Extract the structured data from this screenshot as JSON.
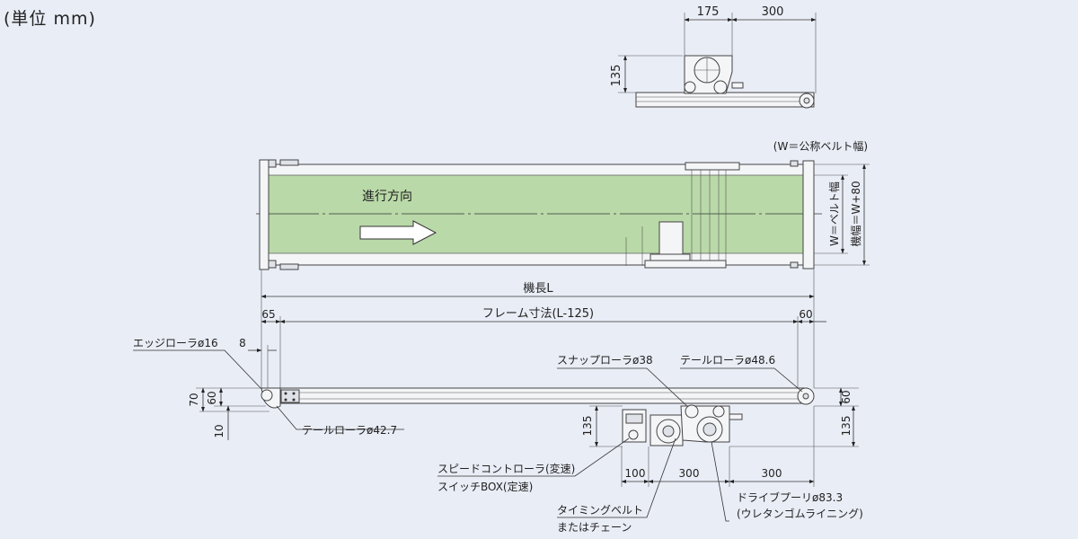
{
  "unit_label": "(単位 mm)",
  "top_view": {
    "dim_175": "175",
    "dim_300": "300",
    "dim_135": "135"
  },
  "plan_view": {
    "w_note": "(W＝公称ベルト幅)",
    "direction_label": "進行方向",
    "belt_width_label": "W＝ベルト幅",
    "machine_width_label": "機幅＝W+80",
    "machine_length_label": "機長L",
    "belt_color": "#b9d9a8"
  },
  "side_view": {
    "dim_65": "65",
    "frame_label": "フレーム寸法(L-125)",
    "dim_60_right": "60",
    "edge_roller": "エッジローラ",
    "edge_roller_dia": "16",
    "dim_8": "8",
    "snap_roller": "スナップローラ",
    "snap_roller_dia": "38",
    "tail_roller_right": "テールローラ",
    "tail_roller_right_dia": "48.6",
    "dim_70": "70",
    "dim_60_left": "60",
    "dim_10": "10",
    "dim_60_right_h": "60",
    "tail_roller_left": "テールローラ",
    "tail_roller_left_dia": "42.7",
    "dim_135_left": "135",
    "dim_135_right": "135",
    "speed_controller": "スピードコントローラ(変速)",
    "switch_box": "スイッチBOX(定速)",
    "dim_100": "100",
    "dim_300_a": "300",
    "dim_300_b": "300",
    "timing_belt_1": "タイミングベルト",
    "timing_belt_2": "またはチェーン",
    "drive_pulley": "ドライブプーリ",
    "drive_pulley_dia": "83.3",
    "urethane": "(ウレタンゴムライニング)"
  }
}
